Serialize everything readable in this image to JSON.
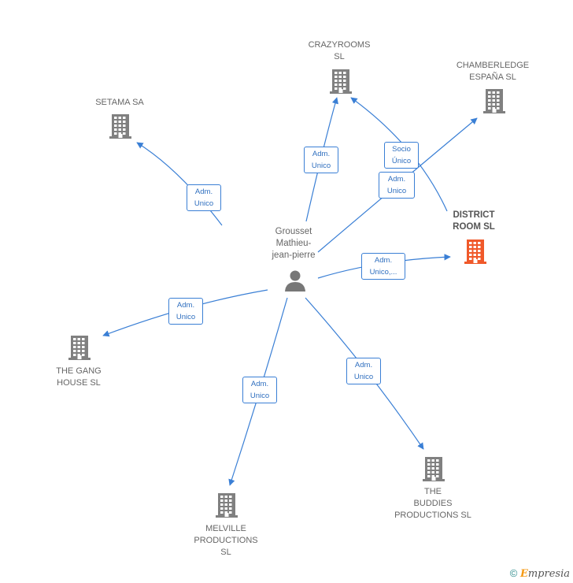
{
  "colors": {
    "edge": "#3a7fd5",
    "building": "#808080",
    "focus": "#f0592a",
    "person": "#777777"
  },
  "person": {
    "name": "Grousset\nMathieu-\njean-pierre",
    "icon": "person-icon"
  },
  "companies": [
    {
      "id": "crazyrooms",
      "name": "CRAZYROOMS\nSL",
      "icon": "building-icon"
    },
    {
      "id": "chamberledge",
      "name": "CHAMBERLEDGE\nESPAÑA SL",
      "icon": "building-icon"
    },
    {
      "id": "setama",
      "name": "SETAMA SA",
      "icon": "building-icon"
    },
    {
      "id": "district",
      "name": "DISTRICT\nROOM SL",
      "icon": "building-icon",
      "focus": true
    },
    {
      "id": "gang",
      "name": "THE GANG\nHOUSE SL",
      "icon": "building-icon"
    },
    {
      "id": "melville",
      "name": "MELVILLE\nPRODUCTIONS\nSL",
      "icon": "building-icon"
    },
    {
      "id": "buddies",
      "name": "THE\nBUDDIES\nPRODUCTIONS SL",
      "icon": "building-icon"
    }
  ],
  "edges": [
    {
      "from": "person",
      "to": "setama",
      "label": "Adm.\nUnico"
    },
    {
      "from": "person",
      "to": "crazyrooms",
      "label": "Adm.\nUnico"
    },
    {
      "from": "person",
      "to": "chamberledge",
      "label": "Adm.\nUnico"
    },
    {
      "from": "district",
      "to": "crazyrooms",
      "label": "Socio\nÚnico"
    },
    {
      "from": "person",
      "to": "district",
      "label": "Adm.\nUnico,..."
    },
    {
      "from": "person",
      "to": "gang",
      "label": "Adm.\nUnico"
    },
    {
      "from": "person",
      "to": "melville",
      "label": "Adm.\nUnico"
    },
    {
      "from": "person",
      "to": "buddies",
      "label": "Adm.\nUnico"
    }
  ],
  "footer": {
    "copyright": "©",
    "brand_first": "E",
    "brand_rest": "mpresia"
  }
}
